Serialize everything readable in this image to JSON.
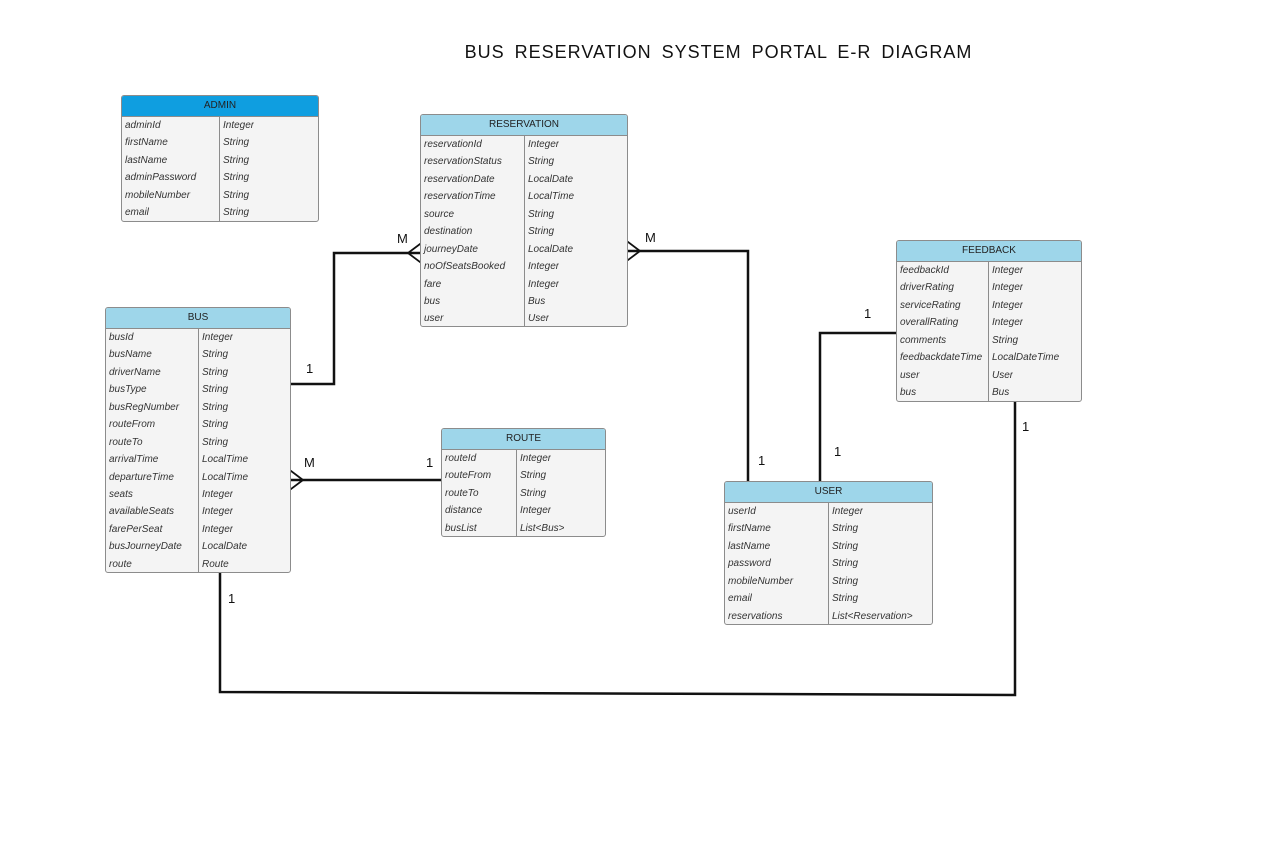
{
  "title": "BUS  RESERVATION  SYSTEM  PORTAL  E-R  DIAGRAM",
  "entities": {
    "admin": {
      "name": "ADMIN",
      "rows": [
        [
          "adminId",
          "Integer"
        ],
        [
          "firstName",
          "String"
        ],
        [
          "lastName",
          "String"
        ],
        [
          "adminPassword",
          "String"
        ],
        [
          "mobileNumber",
          "String"
        ],
        [
          "email",
          "String"
        ]
      ]
    },
    "reservation": {
      "name": "RESERVATION",
      "rows": [
        [
          "reservationId",
          "Integer"
        ],
        [
          "reservationStatus",
          "String"
        ],
        [
          "reservationDate",
          "LocalDate"
        ],
        [
          "reservationTime",
          "LocalTime"
        ],
        [
          "source",
          "String"
        ],
        [
          "destination",
          "String"
        ],
        [
          "journeyDate",
          "LocalDate"
        ],
        [
          "noOfSeatsBooked",
          "Integer"
        ],
        [
          "fare",
          "Integer"
        ],
        [
          "bus",
          "Bus"
        ],
        [
          "user",
          "User"
        ]
      ]
    },
    "feedback": {
      "name": "FEEDBACK",
      "rows": [
        [
          "feedbackId",
          "Integer"
        ],
        [
          "driverRating",
          "Integer"
        ],
        [
          "serviceRating",
          "Integer"
        ],
        [
          "overallRating",
          "Integer"
        ],
        [
          "comments",
          "String"
        ],
        [
          "feedbackdateTime",
          "LocalDateTime"
        ],
        [
          "user",
          "User"
        ],
        [
          "bus",
          "Bus"
        ]
      ]
    },
    "bus": {
      "name": "BUS",
      "rows": [
        [
          "busId",
          "Integer"
        ],
        [
          "busName",
          "String"
        ],
        [
          "driverName",
          "String"
        ],
        [
          "busType",
          "String"
        ],
        [
          "busRegNumber",
          "String"
        ],
        [
          "routeFrom",
          "String"
        ],
        [
          "routeTo",
          "String"
        ],
        [
          "arrivalTime",
          "LocalTime"
        ],
        [
          "departureTime",
          "LocalTime"
        ],
        [
          "seats",
          "Integer"
        ],
        [
          "availableSeats",
          "Integer"
        ],
        [
          "farePerSeat",
          "Integer"
        ],
        [
          "busJourneyDate",
          "LocalDate"
        ],
        [
          "route",
          "Route"
        ]
      ]
    },
    "route": {
      "name": "ROUTE",
      "rows": [
        [
          "routeId",
          "Integer"
        ],
        [
          "routeFrom",
          "String"
        ],
        [
          "routeTo",
          "String"
        ],
        [
          "distance",
          "Integer"
        ],
        [
          "busList",
          "List<Bus>"
        ]
      ]
    },
    "user": {
      "name": "USER",
      "rows": [
        [
          "userId",
          "Integer"
        ],
        [
          "firstName",
          "String"
        ],
        [
          "lastName",
          "String"
        ],
        [
          "password",
          "String"
        ],
        [
          "mobileNumber",
          "String"
        ],
        [
          "email",
          "String"
        ],
        [
          "reservations",
          "List<Reservation>"
        ]
      ]
    }
  },
  "cardinalities": {
    "res_bus_m": "M",
    "res_user_m": "M",
    "bus_res_1": "1",
    "bus_route_m": "M",
    "route_bus_1": "1",
    "user_res_1": "1",
    "user_fb_1": "1",
    "fb_user_1": "1",
    "fb_bus_1": "1",
    "bus_fb_1": "1"
  }
}
